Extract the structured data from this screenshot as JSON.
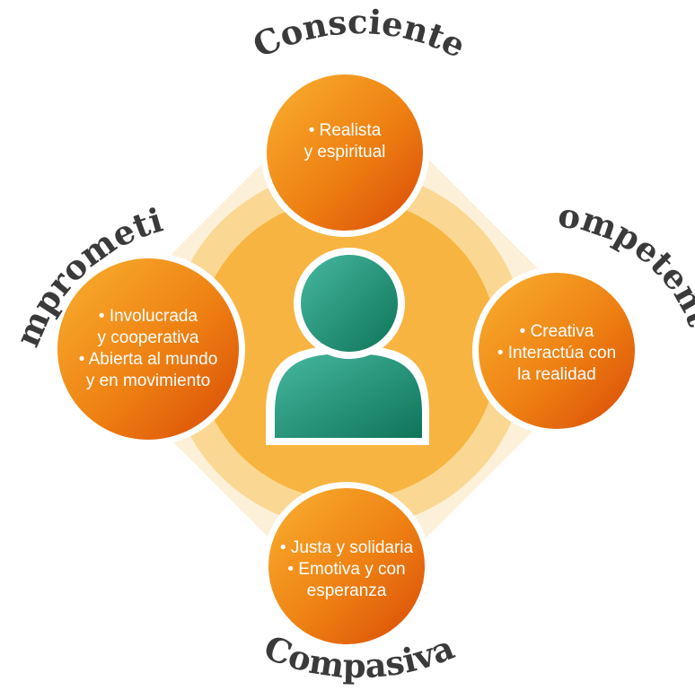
{
  "center_icon": "person-icon",
  "colors": {
    "ring_outer": "#fbe8c6",
    "ring_middle": "#f9d48a",
    "ring_inner": "#f8b23a",
    "node_light": "#f7a52a",
    "node_dark": "#dc4f08",
    "person_light": "#3fb39b",
    "person_dark": "#137c62",
    "label_text": "#3a3a3a"
  },
  "nodes": {
    "top": {
      "title": "Consciente",
      "lines": [
        "• Realista",
        "y espiritual"
      ]
    },
    "right": {
      "title": "Competente",
      "lines": [
        "• Creativa",
        "• Interactúa con",
        "la realidad"
      ]
    },
    "bottom": {
      "title": "Compasiva",
      "lines": [
        "• Justa y solidaria",
        "• Emotiva y con",
        "esperanza"
      ]
    },
    "left": {
      "title": "Comprometida",
      "lines": [
        "• Involucrada",
        "y cooperativa",
        "• Abierta al mundo",
        "y en movimiento"
      ]
    }
  }
}
